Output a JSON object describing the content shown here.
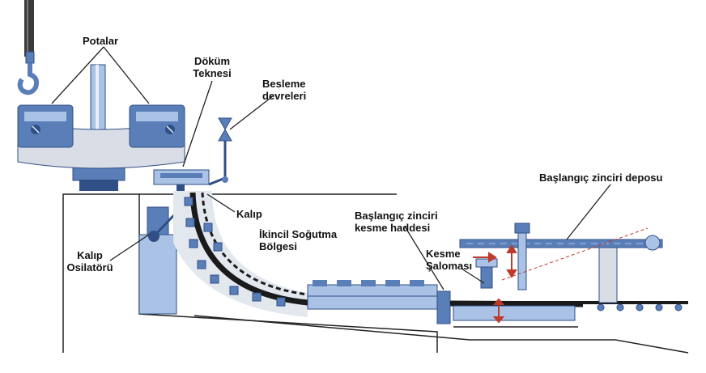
{
  "labels": {
    "potalar": "Potalar",
    "dokum_teknesi_1": "Döküm",
    "dokum_teknesi_2": "Teknesi",
    "besleme_1": "Besleme",
    "besleme_2": "devreleri",
    "kalip": "Kalıp",
    "kalip_osilator_1": "Kalıp",
    "kalip_osilator_2": "Osilatörü",
    "ikincil_1": "İkincil Soğutma",
    "ikincil_2": "Bölgesi",
    "baslangic_kesme_1": "Başlangıç zinciri",
    "baslangic_kesme_2": "kesme haddesi",
    "kesme_1": "Kesme",
    "kesme_2": "Şaloması",
    "baslangic_depo": "Başlangıç zinciri deposu"
  },
  "colors": {
    "steel_blue": "#5a7fb8",
    "steel_blue_dark": "#2f4f86",
    "steel_blue_light": "#a9c2e6",
    "slab_black": "#1a1a1a",
    "spray_gray": "#d9dde6",
    "arrow_red": "#c0392b",
    "line": "#222222"
  }
}
